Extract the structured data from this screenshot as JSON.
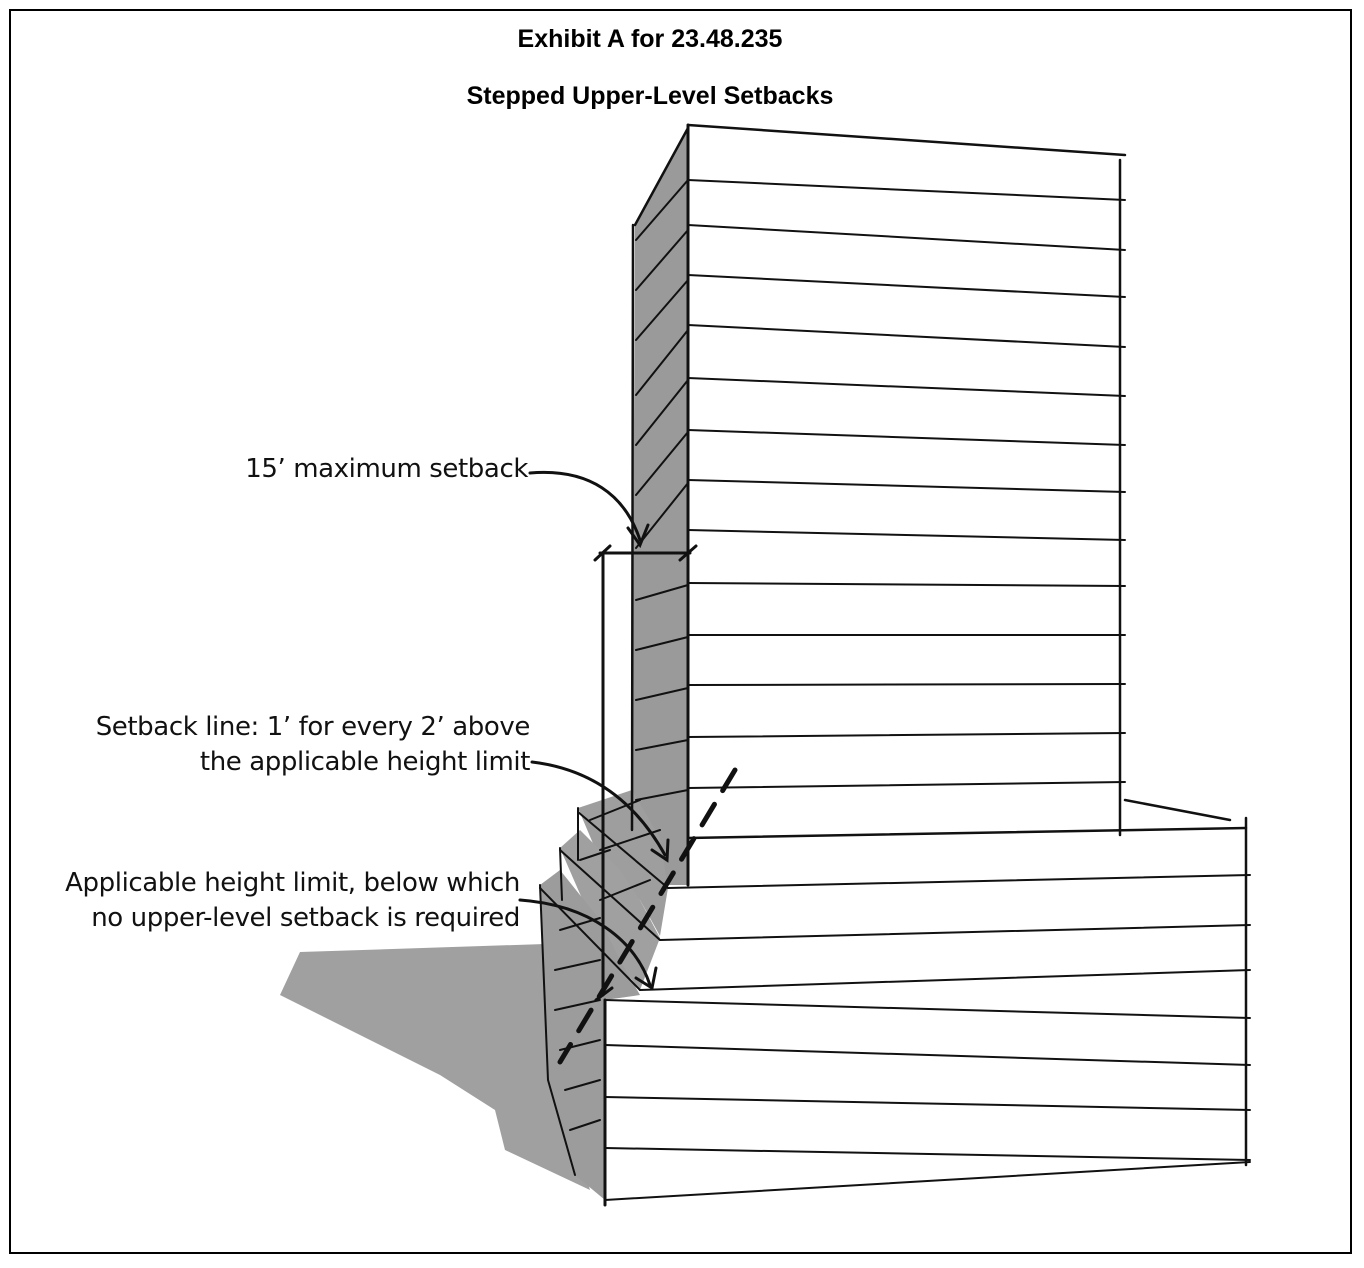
{
  "title": "Exhibit A for 23.48.235",
  "subtitle": "Stepped Upper-Level Setbacks",
  "labels": {
    "max_setback": "15’ maximum setback",
    "setback_line_1": "Setback line: 1’ for every 2’ above",
    "setback_line_2": "the applicable height limit",
    "height_limit_1": "Applicable height limit, below which",
    "height_limit_2": "no upper-level setback is required"
  },
  "colors": {
    "shade": "#9a9a9a",
    "shadow": "#a0a0a0",
    "ink": "#111111"
  }
}
